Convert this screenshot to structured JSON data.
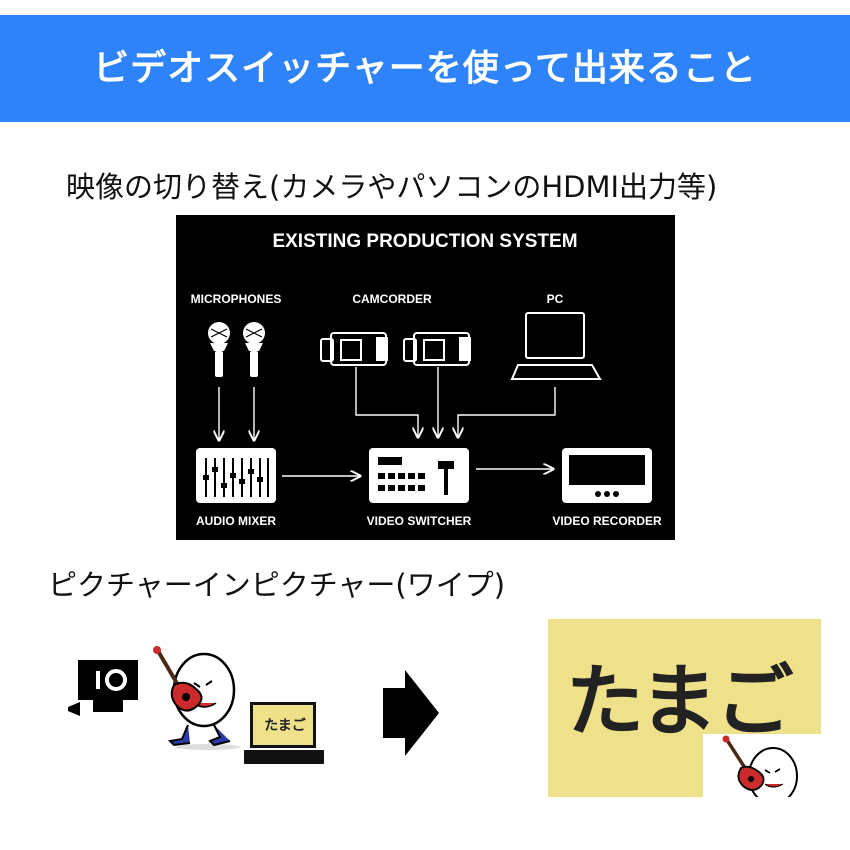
{
  "banner": {
    "title": "ビデオスイッチャーを使って出来ること",
    "color": "#2f83f8"
  },
  "section1": {
    "caption": "映像の切り替え(カメラやパソコンのHDMI出力等)"
  },
  "system_diagram": {
    "title": "EXISTING PRODUCTION SYSTEM",
    "inputs": [
      "MICROPHONES",
      "CAMCORDER",
      "PC"
    ],
    "outputs": [
      "AUDIO MIXER",
      "VIDEO SWITCHER",
      "VIDEO RECORDER"
    ]
  },
  "section2": {
    "caption": "ピクチャーインピクチャー(ワイプ)"
  },
  "pip": {
    "laptop_screen_text": "たまご",
    "main_screen_text": "たまご",
    "screen_color": "#efe08a",
    "arrow_icon": "right-arrow-icon"
  }
}
